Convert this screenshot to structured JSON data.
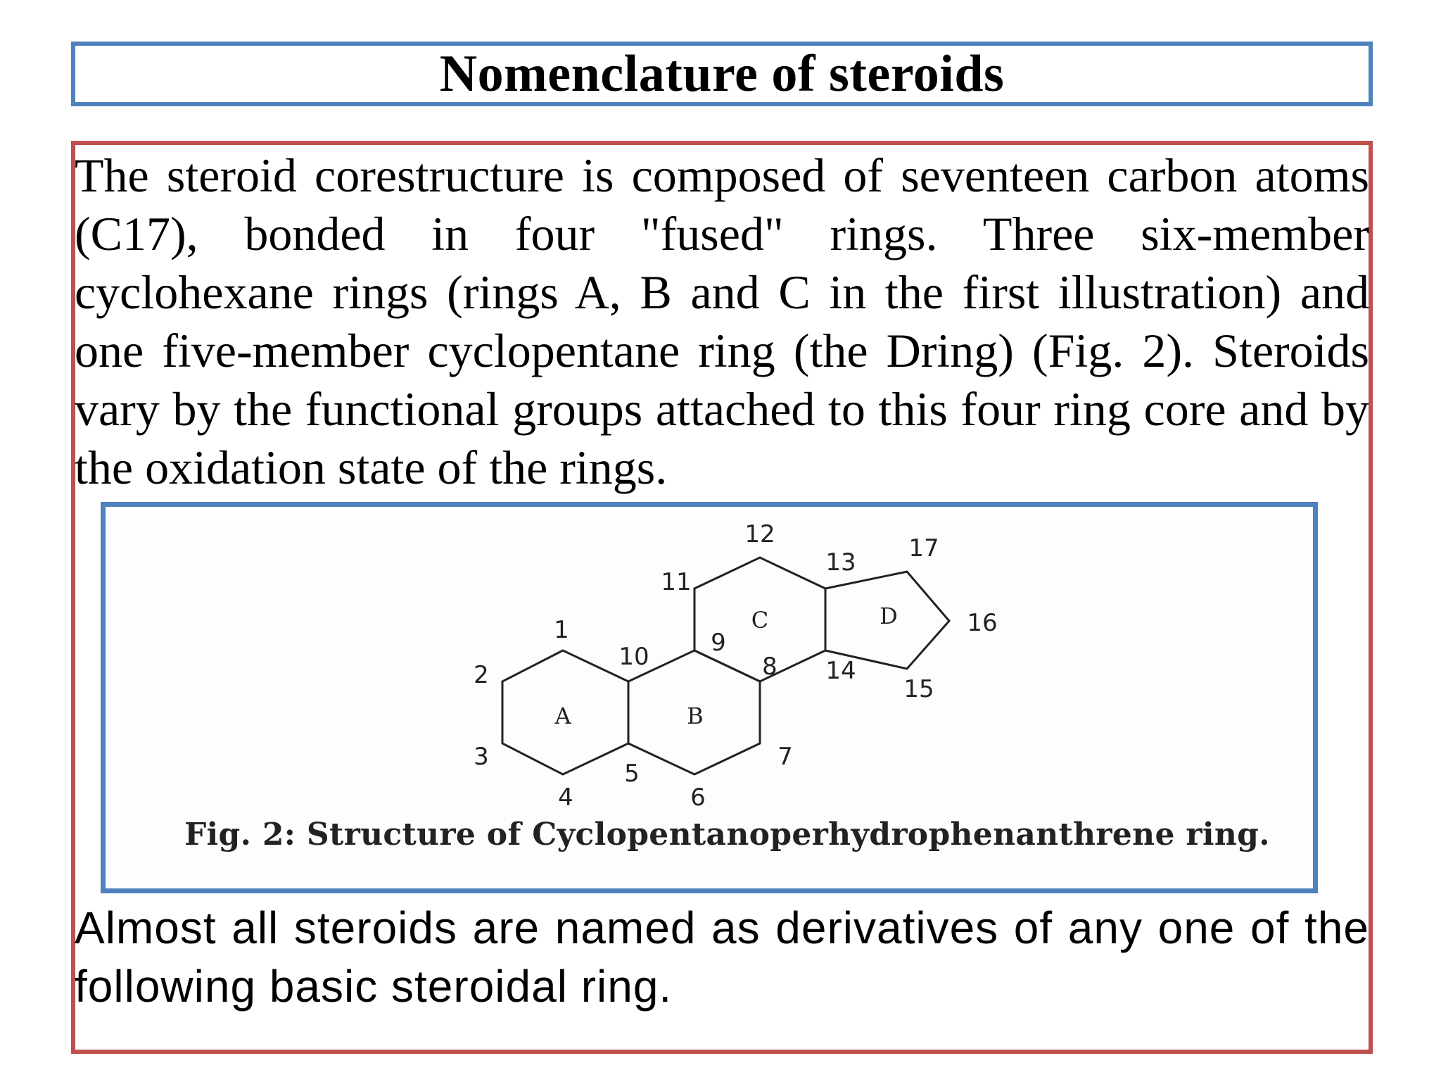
{
  "title": "Nomenclature of steroids",
  "intro_text": "The steroid corestructure is composed of seventeen carbon atoms (C17), bonded in four \"fused\" rings. Three six-member cyclohexane rings (rings A, B and C in the first illustration) and one five-member cyclopentane ring (the Dring) (Fig. 2). Steroids vary by the functional groups attached to this four ring core and by the oxidation state of the rings.",
  "figure": {
    "caption": "Fig. 2: Structure of Cyclopentanoperhydrophenanthrene ring.",
    "ring_labels": {
      "a": "A",
      "b": "B",
      "c": "C",
      "d": "D"
    },
    "atom_numbers": {
      "n1": "1",
      "n2": "2",
      "n3": "3",
      "n4": "4",
      "n5": "5",
      "n6": "6",
      "n7": "7",
      "n8": "8",
      "n9": "9",
      "n10": "10",
      "n11": "11",
      "n12": "12",
      "n13": "13",
      "n14": "14",
      "n15": "15",
      "n16": "16",
      "n17": "17"
    }
  },
  "outro_text": "Almost all steroids are named as derivatives of any one of the following basic steroidal ring.",
  "colors": {
    "title_border": "#4f81bd",
    "content_border": "#c0504d",
    "figure_border": "#4f81bd"
  }
}
